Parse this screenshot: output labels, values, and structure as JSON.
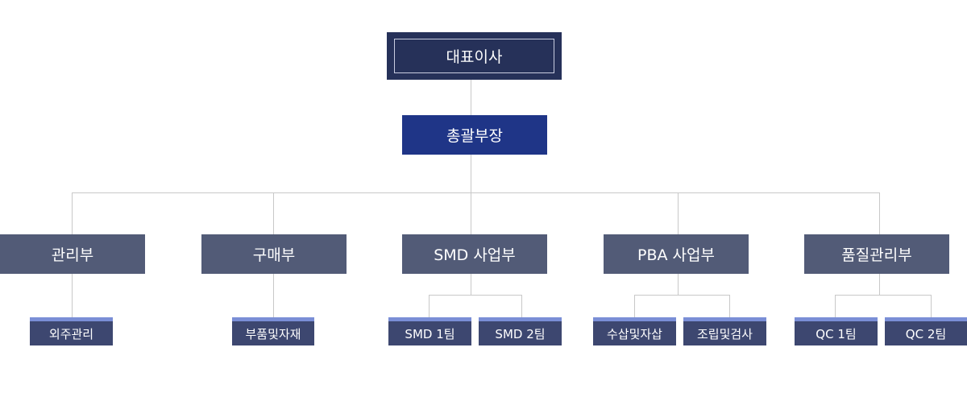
{
  "org": {
    "ceo": "대표이사",
    "gm": "총괄부장",
    "departments": [
      {
        "name": "관리부",
        "teams": [
          "외주관리"
        ]
      },
      {
        "name": "구매부",
        "teams": [
          "부품및자재"
        ]
      },
      {
        "name": "SMD 사업부",
        "teams": [
          "SMD 1팀",
          "SMD 2팀"
        ]
      },
      {
        "name": "PBA 사업부",
        "teams": [
          "수삽및자삽",
          "조립및검사"
        ]
      },
      {
        "name": "품질관리부",
        "teams": [
          "QC 1팀",
          "QC 2팀"
        ]
      }
    ]
  },
  "colors": {
    "ceo_bg": "#263159",
    "gm_bg": "#1f3587",
    "dept_bg": "#525b77",
    "team_bg": "#3d4770",
    "team_accent": "#7a8ed6",
    "connector": "#c8c8c8"
  }
}
